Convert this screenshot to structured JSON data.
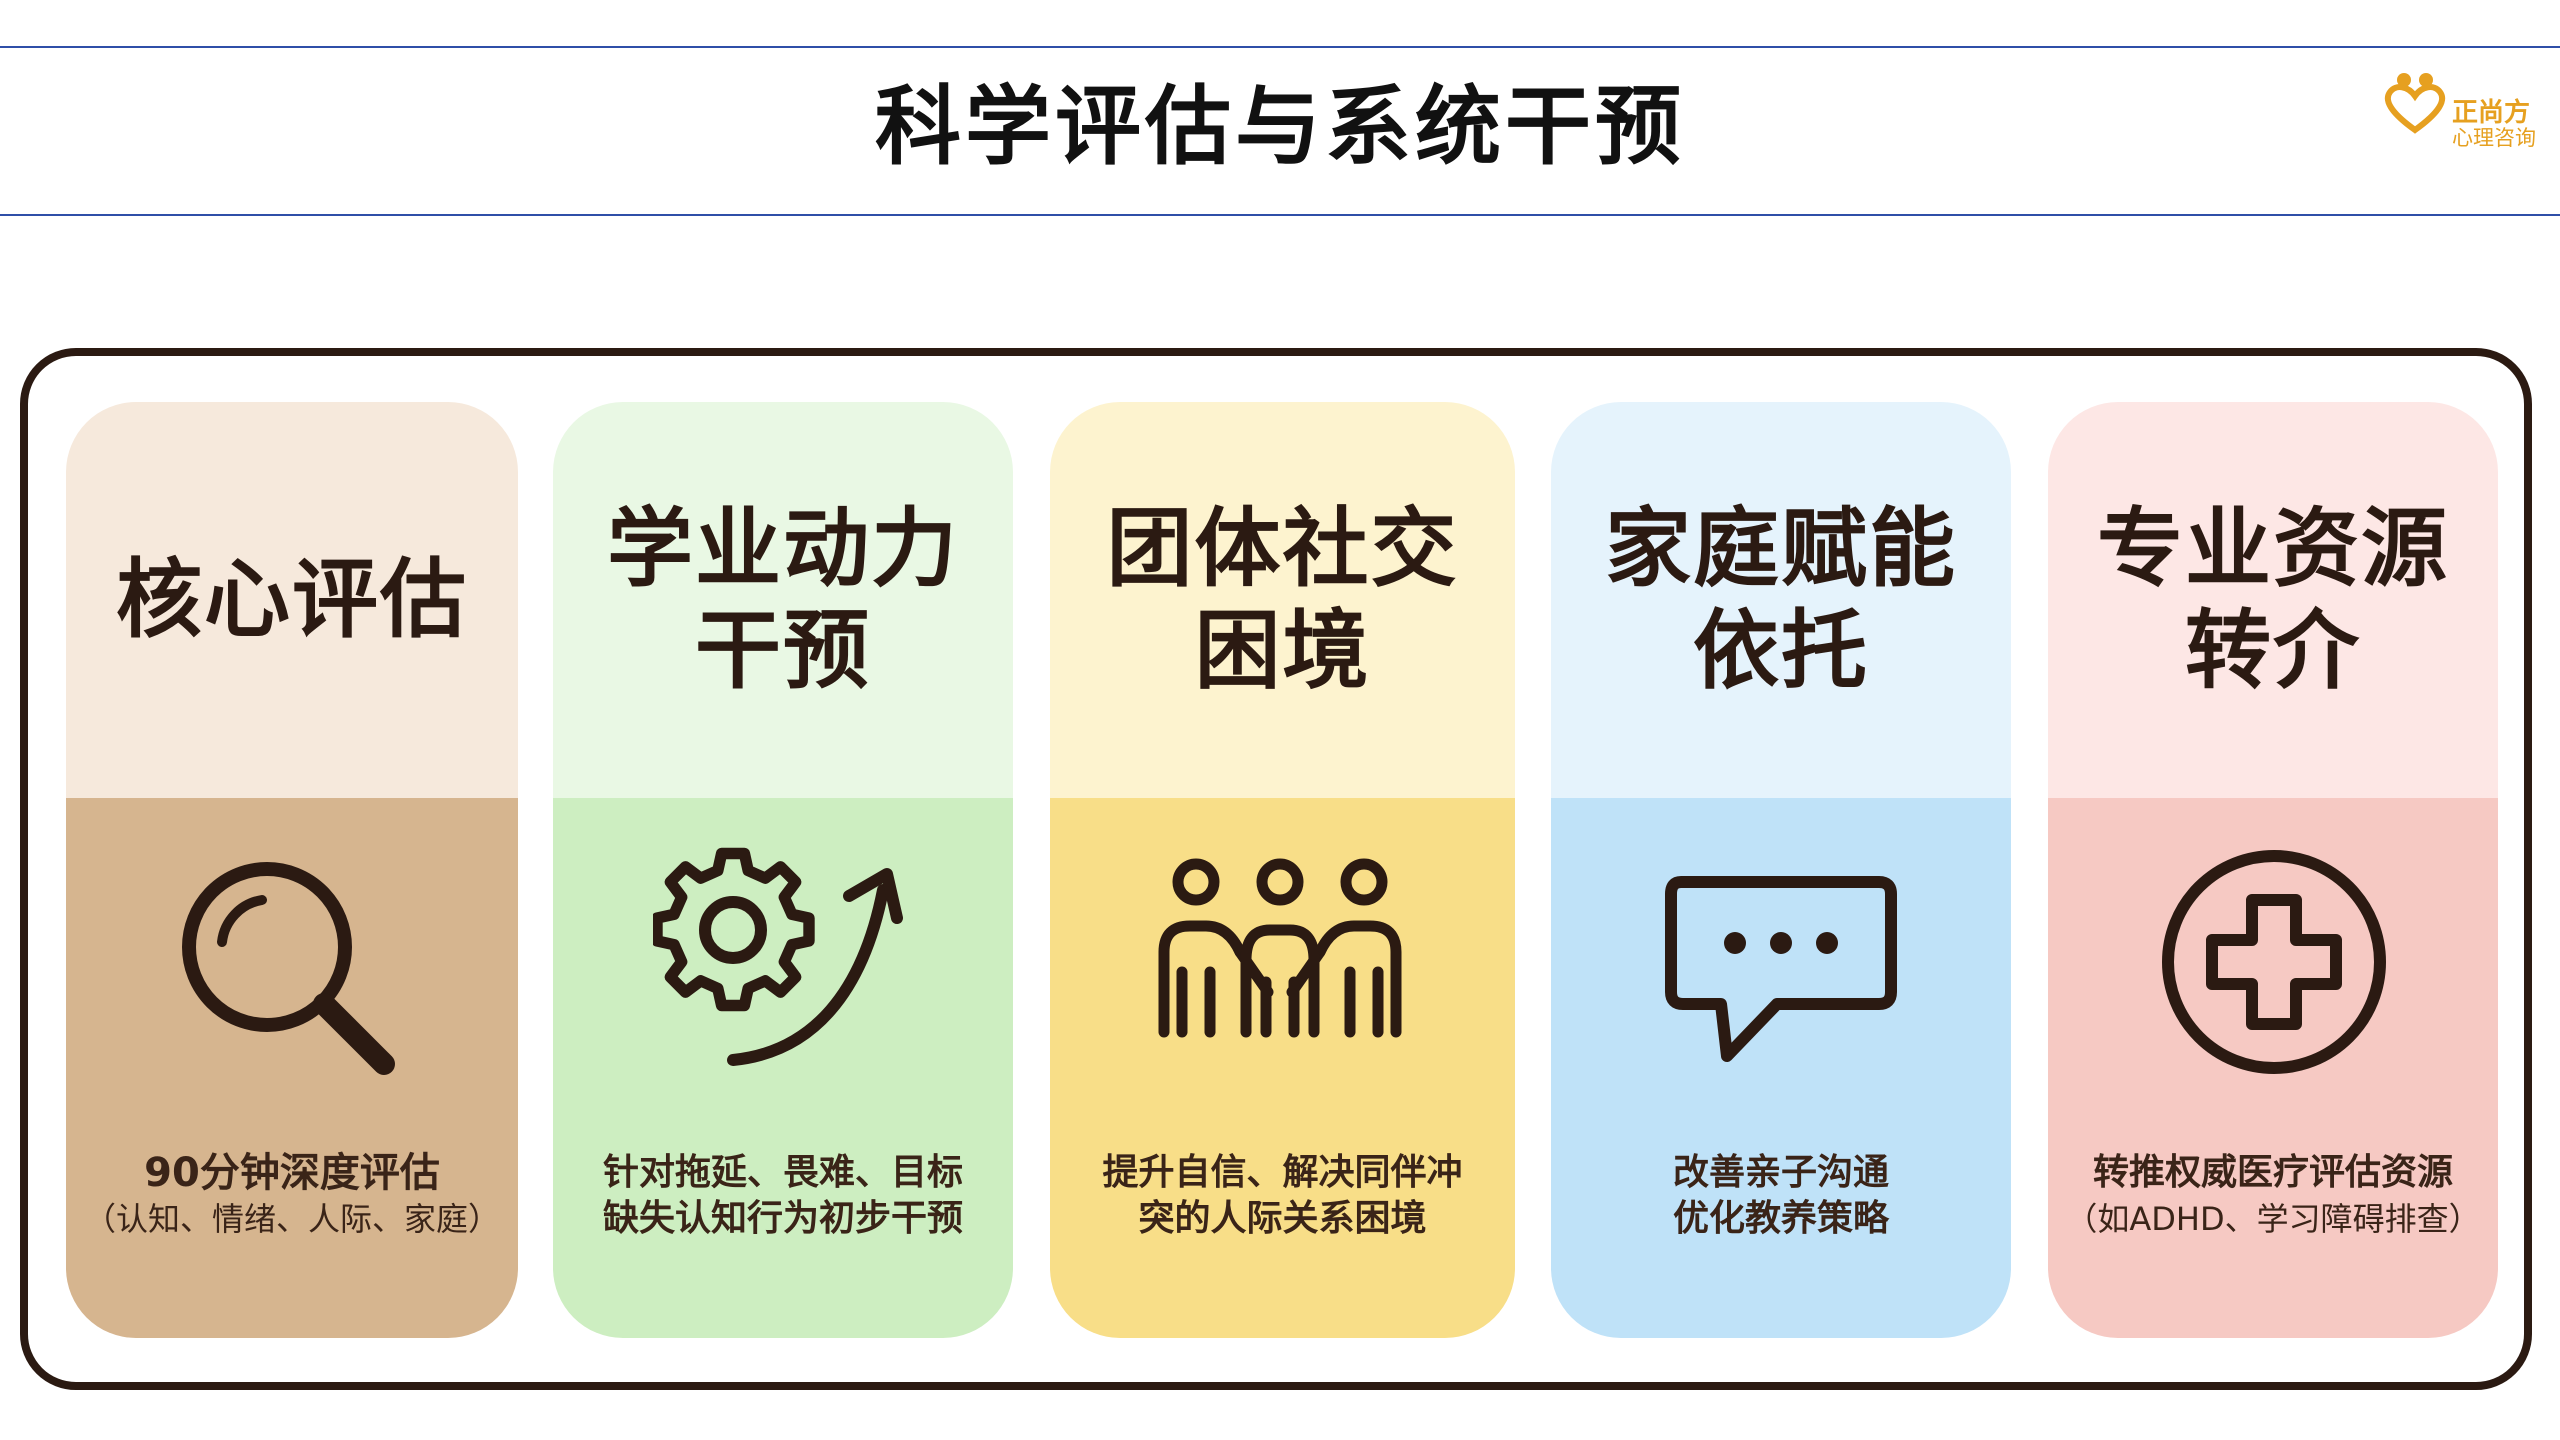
{
  "header": {
    "title": "科学评估与系统干预",
    "logo": {
      "name": "正尚方",
      "subtitle": "心理咨询",
      "small_text": "...."
    }
  },
  "cards": [
    {
      "title": "核心评估",
      "desc_line1": "90分钟深度评估",
      "desc_line2": "（认知、情绪、人际、家庭）",
      "icon": "magnifier-icon",
      "top_color": "#f6e9dc",
      "bottom_color": "#d6b58f"
    },
    {
      "title": "学业动力\n干预",
      "desc_line1": "针对拖延、畏难、目标",
      "desc_line2": "缺失认知行为初步干预",
      "icon": "gear-arrow-icon",
      "top_color": "#e9f8e4",
      "bottom_color": "#cdeec1"
    },
    {
      "title": "团体社交\n困境",
      "desc_line1": "提升自信、解决同伴冲",
      "desc_line2": "突的人际关系困境",
      "icon": "people-group-icon",
      "top_color": "#fdf3cf",
      "bottom_color": "#f8de88"
    },
    {
      "title": "家庭赋能\n依托",
      "desc_line1": "改善亲子沟通",
      "desc_line2": "优化教养策略",
      "icon": "chat-bubble-icon",
      "top_color": "#e5f3fc",
      "bottom_color": "#bfe2f8"
    },
    {
      "title": "专业资源\n转介",
      "desc_line1": "转推权威医疗评估资源",
      "desc_line2": "（如ADHD、学习障碍排查）",
      "icon": "medical-cross-icon",
      "top_color": "#fde7e5",
      "bottom_color": "#f6c9c3"
    }
  ]
}
